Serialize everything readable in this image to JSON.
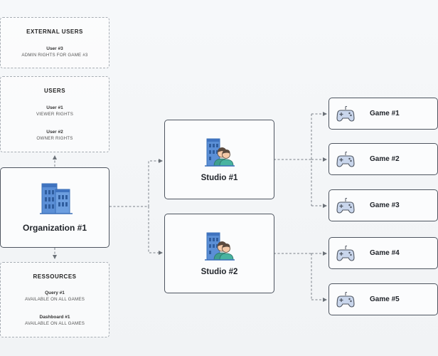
{
  "external_users": {
    "title": "EXTERNAL USERS",
    "items": [
      {
        "name": "User #3",
        "desc": "ADMIN RIGHTS FOR GAME #3"
      }
    ]
  },
  "users": {
    "title": "USERS",
    "items": [
      {
        "name": "User #1",
        "desc": "VIEWER RIGHTS"
      },
      {
        "name": "User #2",
        "desc": "OWNER RIGHTS"
      }
    ]
  },
  "organization": {
    "label": "Organization #1",
    "icon": "buildings-icon"
  },
  "resources": {
    "title": "RESSOURCES",
    "items": [
      {
        "name": "Query #1",
        "desc": "AVAILABLE ON ALL GAMES"
      },
      {
        "name": "Dashboard #1",
        "desc": "AVAILABLE ON ALL GAMES"
      }
    ]
  },
  "studios": [
    {
      "label": "Studio #1",
      "icon": "studio-team-icon"
    },
    {
      "label": "Studio #2",
      "icon": "studio-team-icon"
    }
  ],
  "games": [
    {
      "label": "Game #1",
      "icon": "gamepad-icon"
    },
    {
      "label": "Game #2",
      "icon": "gamepad-icon"
    },
    {
      "label": "Game #3",
      "icon": "gamepad-icon"
    },
    {
      "label": "Game #4",
      "icon": "gamepad-icon"
    },
    {
      "label": "Game #5",
      "icon": "gamepad-icon"
    }
  ],
  "colors": {
    "border": "#4e5560",
    "dashed": "#a7adb4",
    "building_blue": "#5b8fd6",
    "person_teal": "#3f9f8f",
    "gamepad_fill": "#c9d6ec"
  }
}
